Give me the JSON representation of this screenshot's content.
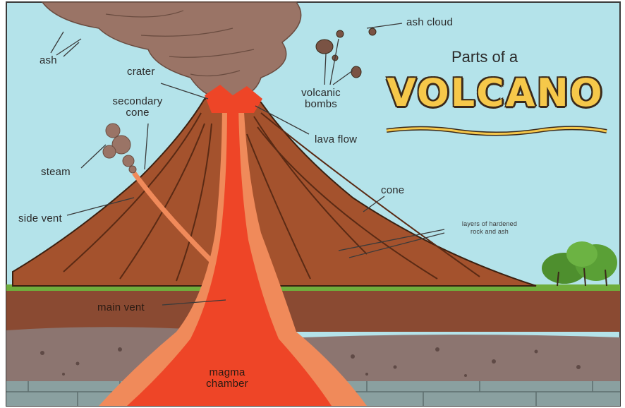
{
  "title": {
    "subtitle": "Parts of a",
    "main": "VOLCANO"
  },
  "labels": {
    "ash": "ash",
    "ash_cloud": "ash cloud",
    "crater": "crater",
    "secondary_cone_1": "secondary",
    "secondary_cone_2": "cone",
    "volcanic_bombs_1": "volcanic",
    "volcanic_bombs_2": "bombs",
    "lava_flow": "lava flow",
    "steam": "steam",
    "side_vent": "side vent",
    "cone": "cone",
    "layers_1": "layers of hardened",
    "layers_2": "rock and ash",
    "main_vent": "main vent",
    "magma_chamber_1": "magma",
    "magma_chamber_2": "chamber"
  },
  "colors": {
    "sky": "#b4e3ea",
    "cone_brown": "#a4522d",
    "cone_dark": "#5a2a14",
    "lava": "#ee4527",
    "lava_light": "#f08a5a",
    "ash_cloud": "#9a7466",
    "grass": "#6fae3c",
    "soil": "#8a4a32",
    "rock": "#8c7570",
    "bedrock": "#8aa0a0",
    "title_fill": "#f6c84a",
    "title_outline": "#3b2a1a"
  }
}
